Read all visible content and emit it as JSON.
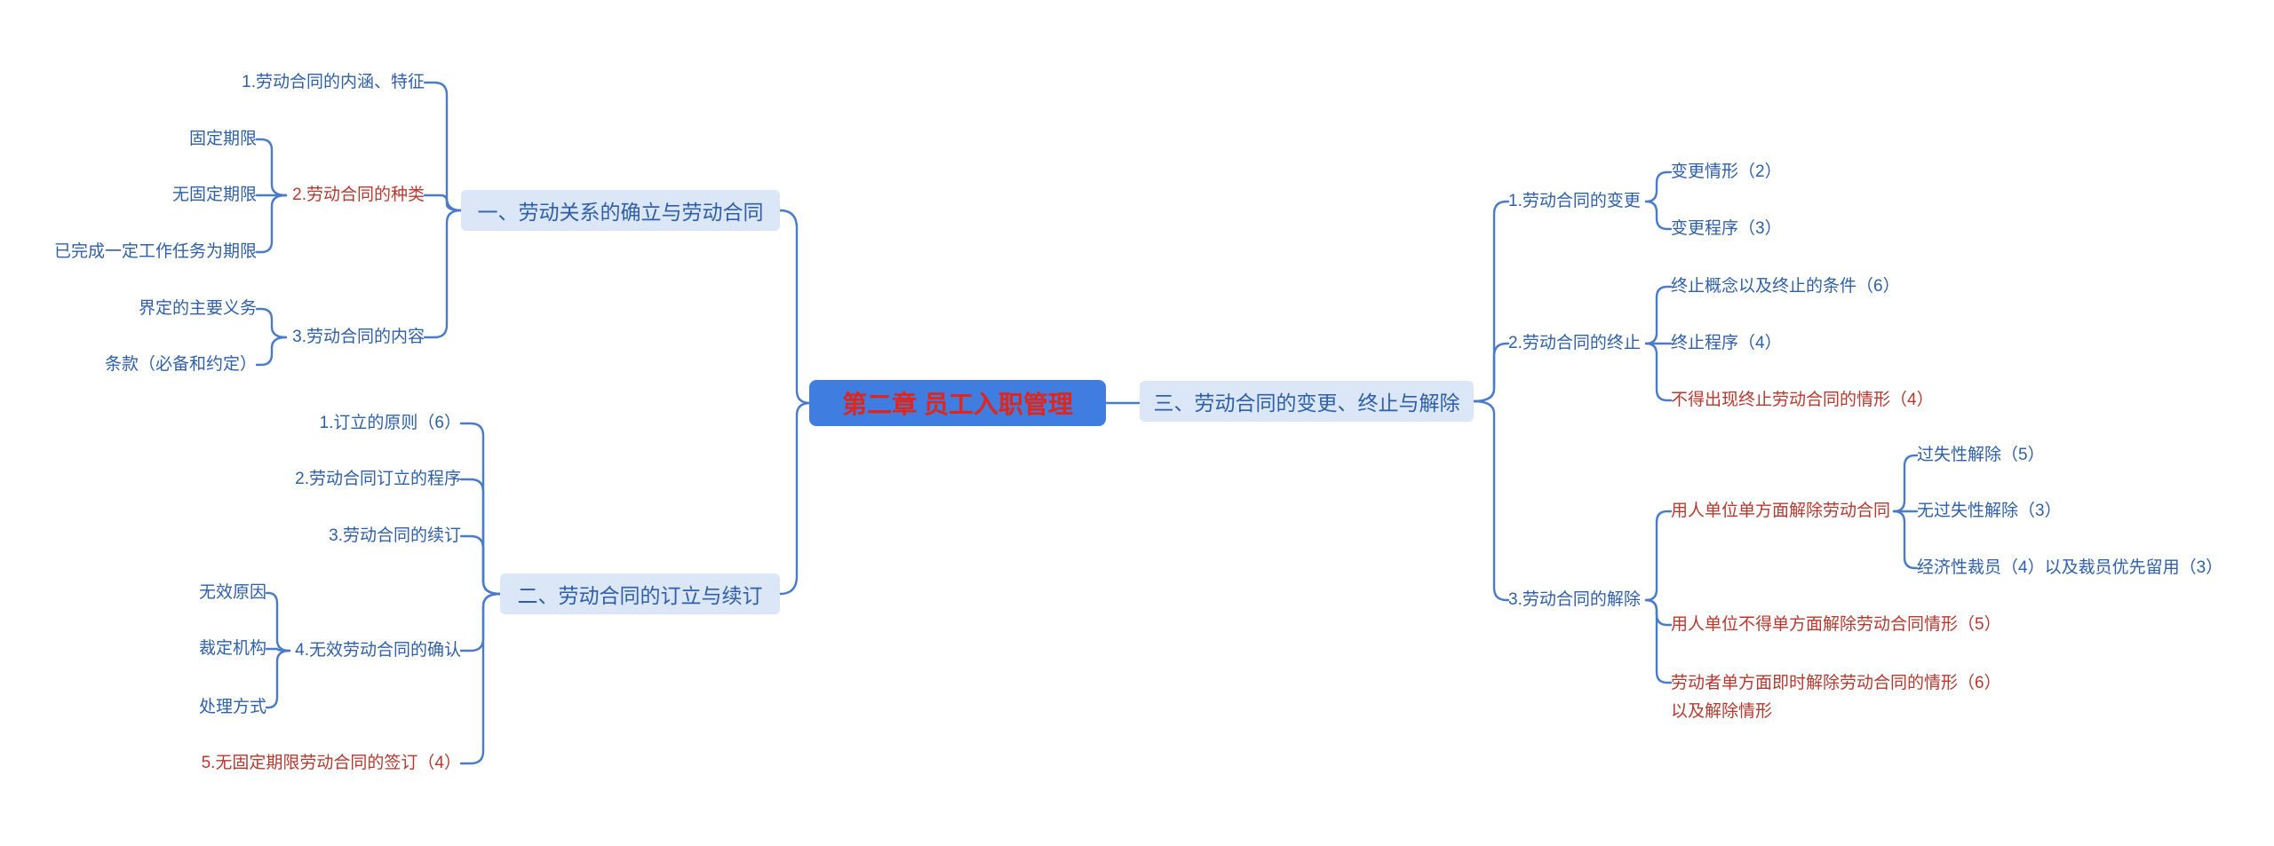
{
  "central": {
    "label": "第二章 员工入职管理"
  },
  "branch1": {
    "label": "一、劳动关系的确立与劳动合同",
    "children": [
      {
        "label": "1.劳动合同的内涵、特征"
      },
      {
        "label": "2.劳动合同的种类",
        "children": [
          {
            "label": "固定期限"
          },
          {
            "label": "无固定期限"
          },
          {
            "label": "已完成一定工作任务为期限"
          }
        ]
      },
      {
        "label": "3.劳动合同的内容",
        "children": [
          {
            "label": "界定的主要义务"
          },
          {
            "label": "条款（必备和约定）"
          }
        ]
      }
    ]
  },
  "branch2": {
    "label": "二、劳动合同的订立与续订",
    "children": [
      {
        "label": "1.订立的原则（6）"
      },
      {
        "label": "2.劳动合同订立的程序"
      },
      {
        "label": "3.劳动合同的续订"
      },
      {
        "label": "4.无效劳动合同的确认",
        "children": [
          {
            "label": "无效原因"
          },
          {
            "label": "裁定机构"
          },
          {
            "label": "处理方式"
          }
        ]
      },
      {
        "label": "5.无固定期限劳动合同的签订（4）"
      }
    ]
  },
  "branch3": {
    "label": "三、劳动合同的变更、终止与解除",
    "children": [
      {
        "label": "1.劳动合同的变更",
        "children": [
          {
            "label": "变更情形（2）"
          },
          {
            "label": "变更程序（3）"
          }
        ]
      },
      {
        "label": "2.劳动合同的终止",
        "children": [
          {
            "label": "终止概念以及终止的条件（6）"
          },
          {
            "label": "终止程序（4）"
          },
          {
            "label": "不得出现终止劳动合同的情形（4）"
          }
        ]
      },
      {
        "label": "3.劳动合同的解除",
        "children": [
          {
            "label": "用人单位单方面解除劳动合同",
            "children": [
              {
                "label": "过失性解除（5）"
              },
              {
                "label": "无过失性解除（3）"
              },
              {
                "label": "经济性裁员（4）以及裁员优先留用（3）"
              }
            ]
          },
          {
            "label": "用人单位不得单方面解除劳动合同情形（5）"
          },
          {
            "label": "劳动者单方面即时解除劳动合同的情形（6）\n以及解除情形"
          }
        ]
      }
    ]
  },
  "colors": {
    "central_bg": "#3f7de0",
    "central_text": "#e0261c",
    "topic_bg": "#dbe6f7",
    "blue_text": "#2e5fa8",
    "red_text": "#b5392e",
    "line": "#4a7bc8"
  }
}
